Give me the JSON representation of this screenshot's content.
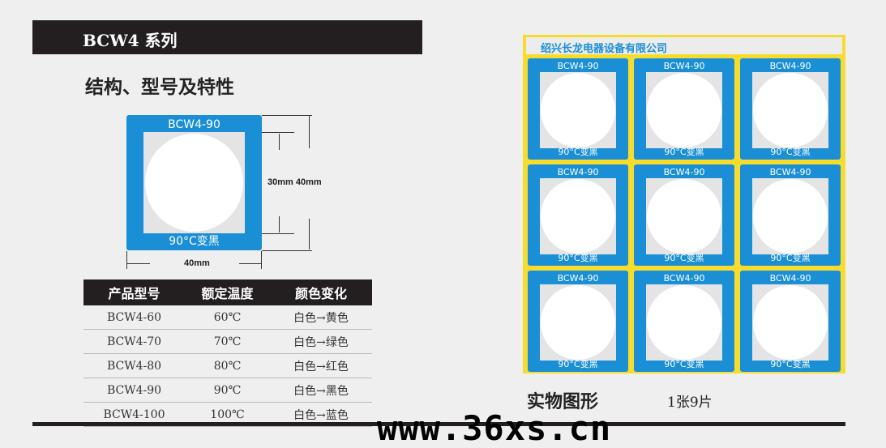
{
  "header": {
    "title": "BCW4 系列"
  },
  "subtitle": "结构、型号及特性",
  "diagram": {
    "model": "BCW4-90",
    "bottom_text": "90°C变黑",
    "dim_vertical": "30mm 40mm",
    "dim_horizontal": "40mm"
  },
  "table": {
    "headers": [
      "产品型号",
      "额定温度",
      "颜色变化"
    ],
    "rows": [
      [
        "BCW4-60",
        "60℃",
        "白色→黄色"
      ],
      [
        "BCW4-70",
        "70℃",
        "白色→绿色"
      ],
      [
        "BCW4-80",
        "80℃",
        "白色→红色"
      ],
      [
        "BCW4-90",
        "90℃",
        "白色→黑色"
      ],
      [
        "BCW4-100",
        "100℃",
        "白色→蓝色"
      ]
    ]
  },
  "sheet": {
    "company": "绍兴长龙电器设备有限公司",
    "labels": [
      {
        "model": "BCW4-90",
        "text": "90°C变黑"
      },
      {
        "model": "BCW4-90",
        "text": "90°C变黑"
      },
      {
        "model": "BCW4-90",
        "text": "90°C变黑"
      },
      {
        "model": "BCW4-90",
        "text": "90°C变黑"
      },
      {
        "model": "BCW4-90",
        "text": "90°C变黑"
      },
      {
        "model": "BCW4-90",
        "text": "90°C变黑"
      },
      {
        "model": "BCW4-90",
        "text": "90°C变黑"
      },
      {
        "model": "BCW4-90",
        "text": "90°C变黑"
      },
      {
        "model": "BCW4-90",
        "text": "90°C变黑"
      }
    ]
  },
  "caption": {
    "title": "实物图形",
    "count": "1张9片"
  },
  "watermark": "www.36xs.cn",
  "colors": {
    "blue": "#1a8fd6",
    "yellow": "#f7dc2e",
    "dark": "#231f20"
  }
}
